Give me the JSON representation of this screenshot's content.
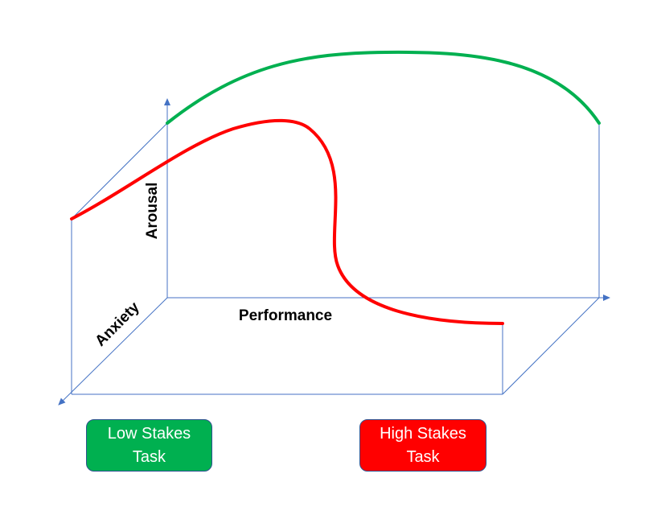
{
  "axes": {
    "arousal": "Arousal",
    "performance": "Performance",
    "anxiety": "Anxiety"
  },
  "curves": {
    "low_stakes": {
      "color": "#00B050"
    },
    "high_stakes": {
      "color": "#FF0000"
    }
  },
  "legend": {
    "low": {
      "line1": "Low Stakes",
      "line2": "Task",
      "color": "#00B050"
    },
    "high": {
      "line1": "High Stakes",
      "line2": "Task",
      "color": "#FF0000"
    }
  },
  "axis_color": "#4472C4"
}
